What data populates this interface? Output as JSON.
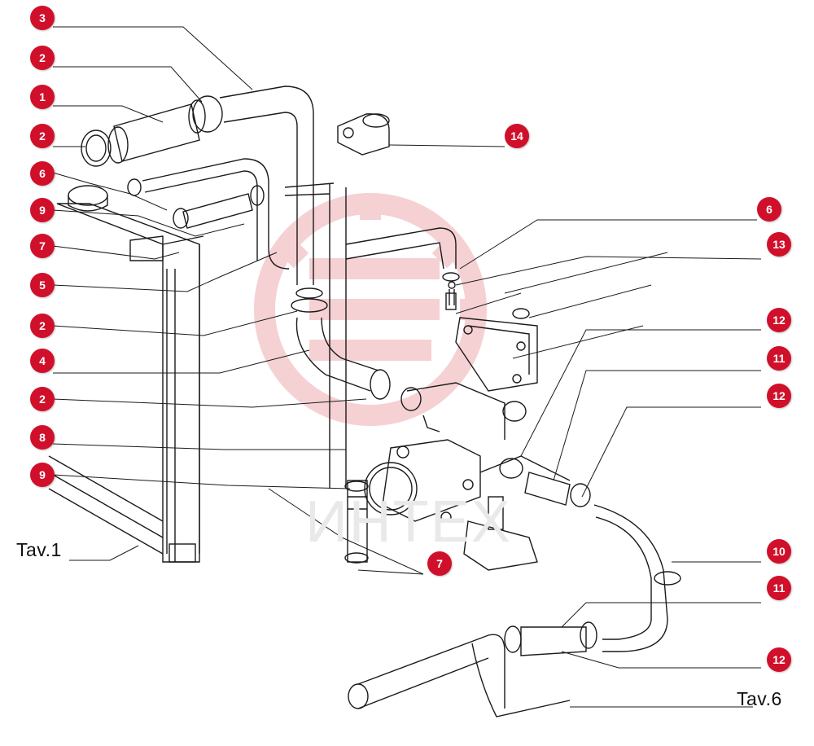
{
  "diagram": {
    "callouts": {
      "c3": "3",
      "c2a": "2",
      "c1": "1",
      "c2b": "2",
      "c6a": "6",
      "c9a": "9",
      "c7a": "7",
      "c5": "5",
      "c2c": "2",
      "c4": "4",
      "c2d": "2",
      "c8": "8",
      "c9b": "9",
      "c7b": "7",
      "c14": "14",
      "c6b": "6",
      "c13": "13",
      "c12a": "12",
      "c11a": "11",
      "c12b": "12",
      "c10": "10",
      "c11b": "11",
      "c12c": "12"
    },
    "tables": {
      "left": "Tav.1",
      "right": "Tav.6"
    },
    "watermark_text": "ИНТЕХ",
    "colors": {
      "callout": "#d0102b",
      "line": "#1a1a1a",
      "watermark": "#f4c9cc"
    }
  }
}
